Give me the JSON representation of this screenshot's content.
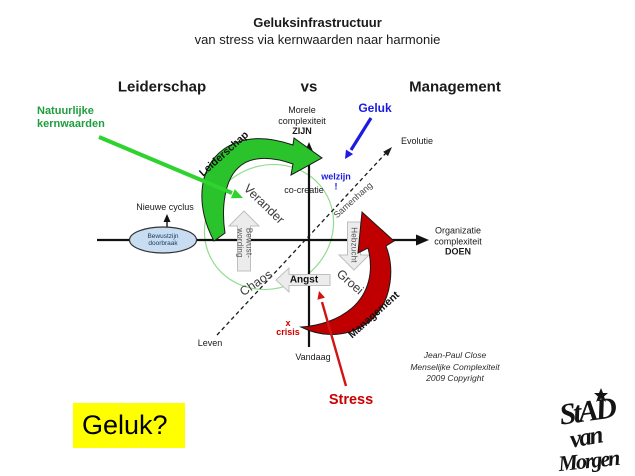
{
  "slide": {
    "title": "Geluksinfrastructuur",
    "subtitle": "van stress via kernwaarden naar harmonie"
  },
  "header": {
    "left": "Leiderschap",
    "vs": "vs",
    "right": "Management"
  },
  "quadrant": {
    "y_axis_top": {
      "line1": "Morele",
      "line2": "complexiteit",
      "line3": "ZIJN"
    },
    "x_axis_right": {
      "line1": "Organizatie",
      "line2": "complexiteit",
      "line3": "DOEN"
    },
    "vandaag": "Vandaag",
    "leven": "Leven",
    "evolutie": "Evolutie",
    "nieuwe_cyclus": "Nieuwe cyclus",
    "bewustzijn_doorbraak": {
      "line1": "Bewustzijn",
      "line2": "doorbraak"
    },
    "co_creatie": "co-creatie",
    "welzijn": "welzijn",
    "welzijn_mark": "!",
    "samenhang": "Samenhang",
    "verander": "Verander",
    "chaos": "Chaos",
    "groei": "Groei",
    "angst": "Angst",
    "hebzucht": "Hebzucht",
    "bewust_wording": {
      "line1": "Bewust-",
      "line2": "wording"
    },
    "leiderschap_arc": "Leiderschap",
    "management_arc": "Management",
    "x_crisis": {
      "line1": "x",
      "line2": "crisis"
    }
  },
  "callouts": {
    "natuurlijke_kernwaarden": {
      "line1": "Natuurlijke",
      "line2": "kernwaarden"
    },
    "geluk": "Geluk",
    "stress": "Stress",
    "geluk_question": "Geluk?"
  },
  "credits": {
    "line1": "Jean-Paul Close",
    "line2": "Menselijke Complexiteit",
    "line3": "2009 Copyright"
  },
  "logo": {
    "line1": "StAD",
    "line2": "van",
    "line3": "Morgen"
  },
  "colors": {
    "green_text": "#1e9e3e",
    "green_arrow": "#2ed32e",
    "green_arc": "#2bc32b",
    "green_ellipse": "#90dc90",
    "blue": "#1c1ce0",
    "red_arc": "#c00000",
    "red_text": "#cc0000",
    "red_arrow": "#d01414",
    "gray_arrow_fill": "#ececec",
    "ellipse_fill": "#c9ddf2",
    "highlight_yellow": "#ffff00"
  }
}
